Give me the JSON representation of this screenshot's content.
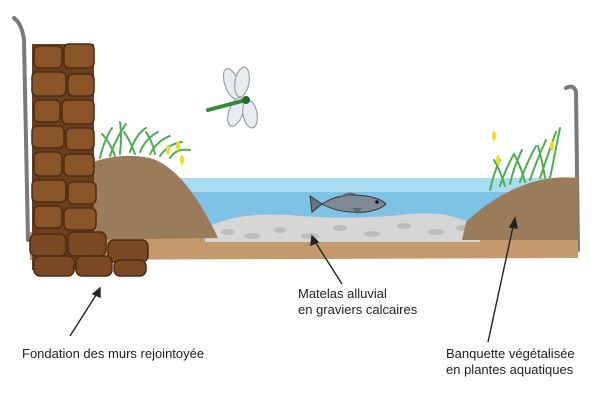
{
  "labels": {
    "fondation": "Fondation des murs rejointoyée",
    "matelas_line1": "Matelas alluvial",
    "matelas_line2": "en graviers calcaires",
    "banquette_line1": "Banquette végétalisée",
    "banquette_line2": "en plantes aquatiques"
  },
  "colors": {
    "water": "#7cc3e6",
    "water_deep": "#2f86c8",
    "soil": "#c49a6c",
    "bank": "#9a7b5a",
    "stone_wall": "#6b3f1e",
    "gravel": "#d6d6d6",
    "grass": "#4caf50",
    "reed_flower": "#e8e21c",
    "wall_line": "#7a7a7a"
  },
  "icons": [
    "dragonfly-icon",
    "fish-icon",
    "grass-icon",
    "stone-wall-icon"
  ]
}
